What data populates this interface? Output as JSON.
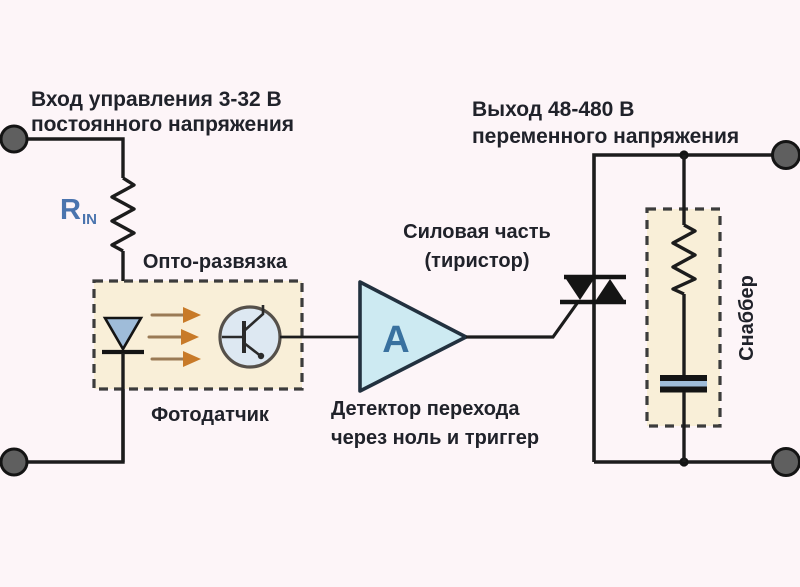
{
  "diagram": {
    "type": "solid-state-relay-schematic",
    "title_input": {
      "line1": "Вход управления 3-32 В",
      "line2": "постоянного напряжения"
    },
    "title_output": {
      "line1": "Выход 48-480 В",
      "line2": "переменного напряжения"
    },
    "opto": {
      "label_top": "Опто-развязка",
      "label_bottom": "Фотодатчик"
    },
    "power": {
      "line1": "Силовая часть",
      "line2": "(тиристор)"
    },
    "detector": {
      "line1": "Детектор перехода",
      "line2": "через ноль и триггер"
    },
    "snubber": {
      "label": "Снаббер"
    },
    "resistor_in": {
      "label": "R",
      "subscript": "IN"
    },
    "amplifier": {
      "letter": "А"
    }
  },
  "colors": {
    "background": "#fdf5f8",
    "wire": "#1c1c1c",
    "text": "#20222a",
    "accent_blue": "#4a74ae",
    "amp_letter_blue": "#39719f",
    "box_fill": "#f9efd8",
    "box_border": "#3c3c3c",
    "amp_fill": "#cdeaf2",
    "amp_border": "#22313f",
    "led_fill": "#9fbcd9",
    "photo_fill": "#dde8f2",
    "photo_border": "#55504a",
    "arrow_orange": "#c87a28",
    "terminal_fill": "#5f5f5f",
    "cap_fill": "#9fbcd9",
    "triac_fill": "#141414"
  }
}
